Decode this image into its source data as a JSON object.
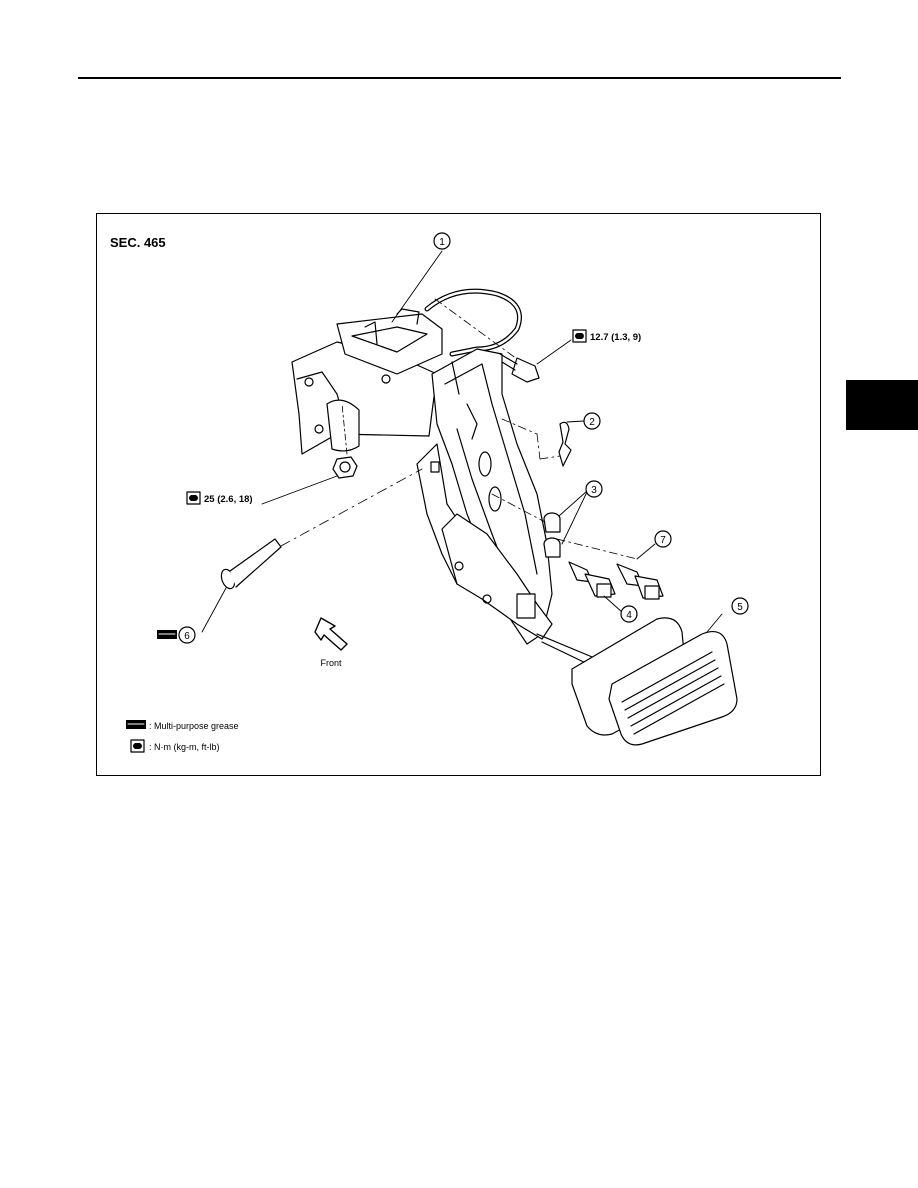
{
  "figure": {
    "section": "SEC. 465",
    "callouts": [
      "1",
      "2",
      "3",
      "4",
      "5",
      "6",
      "7"
    ],
    "torques": {
      "upper": "12.7 (1.3, 9)",
      "left": "25 (2.6, 18)"
    },
    "front_label": "Front",
    "legend": {
      "grease": ": Multi-purpose grease",
      "torque_units": ": N·m (kg-m, ft-lb)"
    },
    "icons": [
      "torque-wrench-icon",
      "grease-icon",
      "front-arrow-icon"
    ]
  }
}
